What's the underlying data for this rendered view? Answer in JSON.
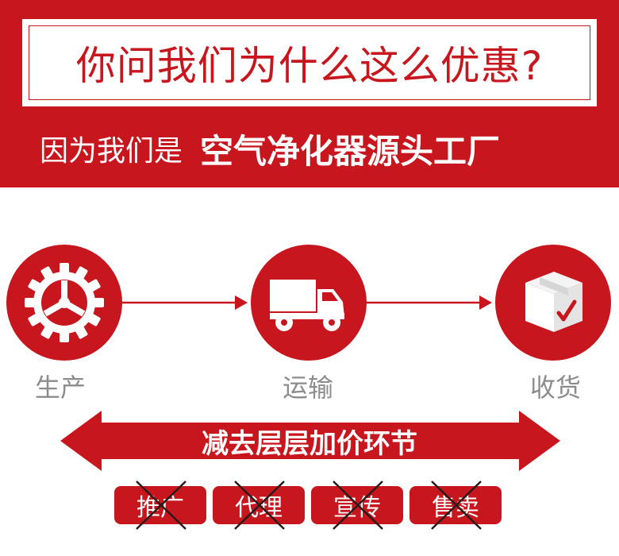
{
  "header": {
    "question": "你问我们为什么这么优惠?",
    "answer_prefix": "因为我们是",
    "answer_strong": "空气净化器源头工厂"
  },
  "steps": [
    {
      "label": "生产",
      "icon": "gear-icon"
    },
    {
      "label": "运输",
      "icon": "truck-icon"
    },
    {
      "label": "收货",
      "icon": "package-check-icon"
    }
  ],
  "banner_arrow": {
    "text": "减去层层加价环节"
  },
  "removed_items": [
    {
      "label": "推广"
    },
    {
      "label": "代理"
    },
    {
      "label": "宣传"
    },
    {
      "label": "售卖"
    }
  ],
  "colors": {
    "brand_red": "#c8161e",
    "label_gray": "#8c8c8c",
    "cross_dark": "#2b1a1a",
    "white": "#ffffff"
  }
}
